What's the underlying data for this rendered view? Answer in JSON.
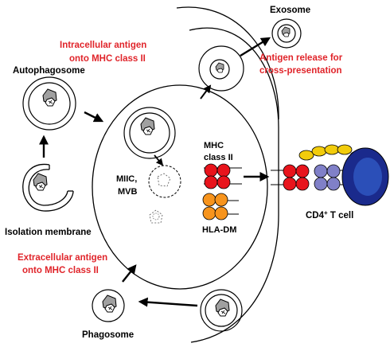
{
  "labels": {
    "exosome": "Exosome",
    "intracellular_line1": "Intracellular antigen",
    "intracellular_line2": "onto MHC class II",
    "antigen_release_line1": "Antigen release for",
    "antigen_release_line2": "cross-presentation",
    "autophagosome": "Autophagosome",
    "miic_line1": "MIIC,",
    "miic_line2": "MVB",
    "mhc_line1": "MHC",
    "mhc_line2": "class II",
    "hla_dm": "HLA-DM",
    "isolation_membrane": "Isolation membrane",
    "extracellular_line1": "Extracellular antigen",
    "extracellular_line2": "onto MHC class II",
    "phagosome": "Phagosome",
    "cd4_prefix": "CD4",
    "cd4_sup": "+",
    "cd4_suffix": " T cell"
  },
  "colors": {
    "annotation_red": "#e0242a",
    "mhc_red": "#e8141c",
    "hla_orange": "#f7941d",
    "tcr_purple": "#8080c8",
    "cd4_yellow": "#f2cc0c",
    "tcell_outer": "#1a2a8c",
    "tcell_inner": "#2b4fb8",
    "antigen_grey": "#a0a0a0"
  }
}
